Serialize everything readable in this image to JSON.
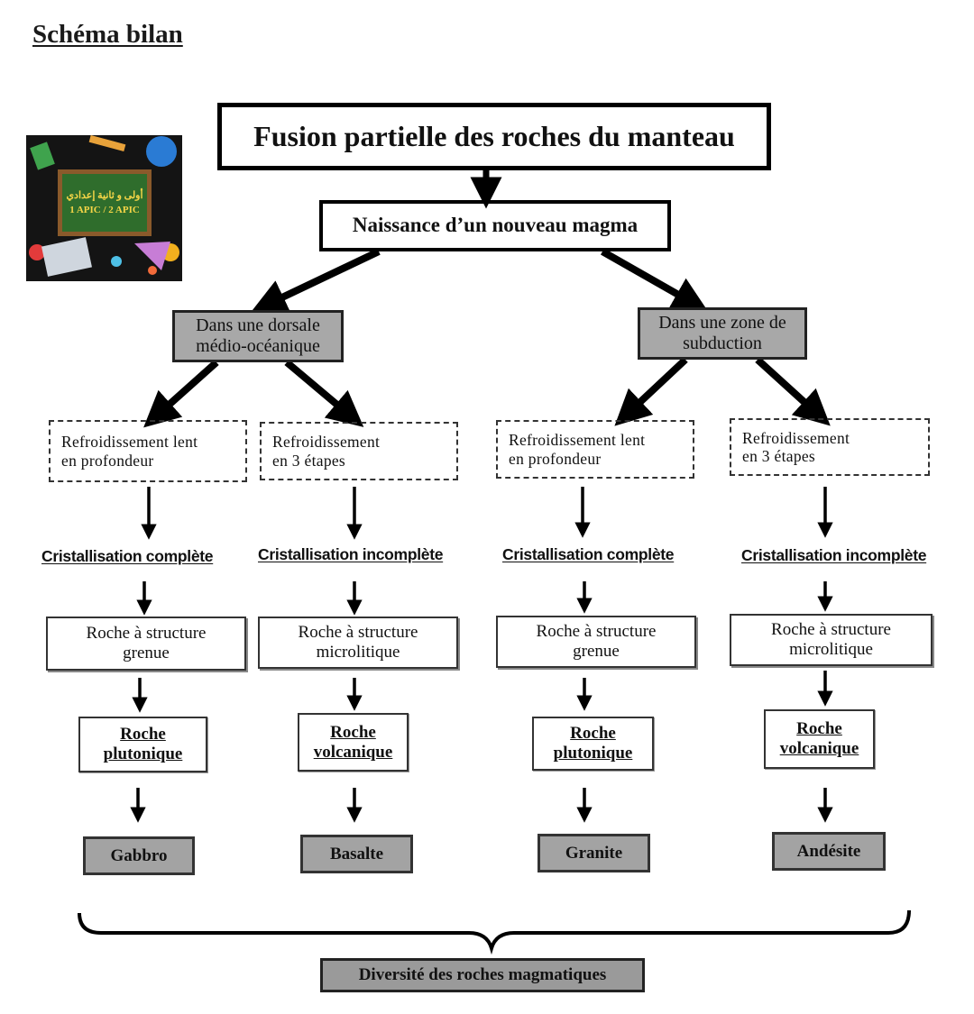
{
  "page_title": "Schéma bilan",
  "top": "Fusion partielle des  roches du manteau",
  "magma": "Naissance d’un nouveau magma",
  "logo": {
    "arabic": "أولى و ثانية إعدادي",
    "latin": "1 APIC / 2 APIC"
  },
  "environments": [
    {
      "line1": "Dans une dorsale",
      "line2": "médio-océanique"
    },
    {
      "line1": "Dans une zone de",
      "line2": "subduction"
    }
  ],
  "columns": [
    {
      "cooling": [
        "Refroidissement lent",
        "en profondeur"
      ],
      "crystallization": "Cristallisation complète",
      "structure": [
        "Roche à structure",
        "grenue"
      ],
      "rock_type": [
        "Roche",
        "plutonique"
      ],
      "rock": "Gabbro"
    },
    {
      "cooling": [
        "Refroidissement",
        "en 3 étapes"
      ],
      "crystallization": "Cristallisation incomplète",
      "structure": [
        "Roche à structure",
        "microlitique"
      ],
      "rock_type": [
        "Roche",
        "volcanique"
      ],
      "rock": "Basalte"
    },
    {
      "cooling": [
        "Refroidissement lent",
        "en profondeur"
      ],
      "crystallization": "Cristallisation complète",
      "structure": [
        "Roche à structure",
        "grenue"
      ],
      "rock_type": [
        "Roche",
        "plutonique"
      ],
      "rock": "Granite"
    },
    {
      "cooling": [
        "Refroidissement",
        "en 3 étapes"
      ],
      "crystallization": "Cristallisation incomplète",
      "structure": [
        "Roche à structure",
        "microlitique"
      ],
      "rock_type": [
        "Roche",
        "volcanique"
      ],
      "rock": "Andésite"
    }
  ],
  "conclusion": "Diversité des roches magmatiques"
}
